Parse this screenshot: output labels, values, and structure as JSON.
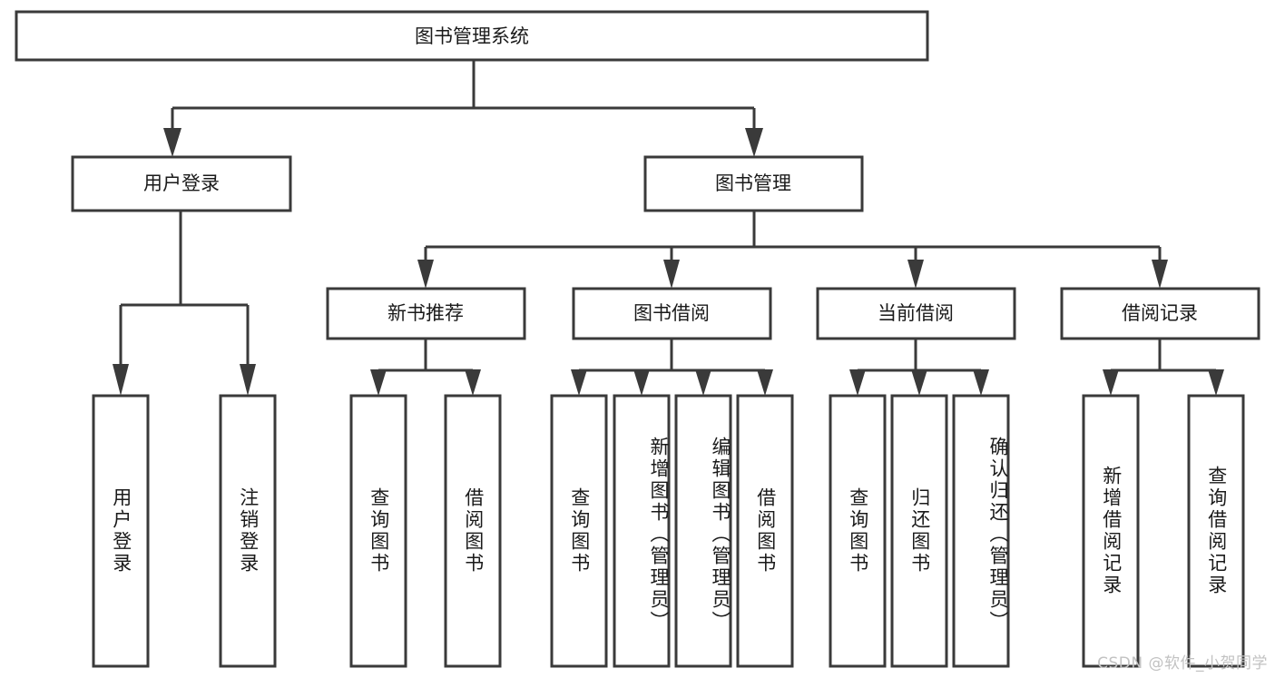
{
  "diagram": {
    "type": "tree-hierarchy-chart",
    "title": "图书管理系统",
    "root": {
      "id": "root",
      "label": "图书管理系统",
      "orientation": "horizontal"
    },
    "level2": [
      {
        "id": "user-login",
        "label": "用户登录",
        "orientation": "horizontal"
      },
      {
        "id": "book-manage",
        "label": "图书管理",
        "orientation": "horizontal"
      }
    ],
    "level3": [
      {
        "id": "new-book-recommend",
        "label": "新书推荐",
        "orientation": "horizontal"
      },
      {
        "id": "book-borrow",
        "label": "图书借阅",
        "orientation": "horizontal"
      },
      {
        "id": "current-borrow",
        "label": "当前借阅",
        "orientation": "horizontal"
      },
      {
        "id": "borrow-record",
        "label": "借阅记录",
        "orientation": "horizontal"
      }
    ],
    "leaves": [
      {
        "id": "leaf-user-login",
        "label": "用户登录",
        "parent": "user-login",
        "orientation": "vertical"
      },
      {
        "id": "leaf-logout-login",
        "label": "注销登录",
        "parent": "user-login",
        "orientation": "vertical"
      },
      {
        "id": "leaf-query-book-1",
        "label": "查询图书",
        "parent": "new-book-recommend",
        "orientation": "vertical"
      },
      {
        "id": "leaf-borrow-book-1",
        "label": "借阅图书",
        "parent": "new-book-recommend",
        "orientation": "vertical"
      },
      {
        "id": "leaf-query-book-2",
        "label": "查询图书",
        "parent": "book-borrow",
        "orientation": "vertical"
      },
      {
        "id": "leaf-add-book",
        "label": "新增图书（管理员）",
        "parent": "book-borrow",
        "orientation": "vertical"
      },
      {
        "id": "leaf-edit-book",
        "label": "编辑图书（管理员）",
        "parent": "book-borrow",
        "orientation": "vertical"
      },
      {
        "id": "leaf-borrow-book-2",
        "label": "借阅图书",
        "parent": "book-borrow",
        "orientation": "vertical"
      },
      {
        "id": "leaf-query-book-3",
        "label": "查询图书",
        "parent": "current-borrow",
        "orientation": "vertical"
      },
      {
        "id": "leaf-return-book",
        "label": "归还图书",
        "parent": "current-borrow",
        "orientation": "vertical"
      },
      {
        "id": "leaf-confirm-return",
        "label": "确认归还（管理员）",
        "parent": "current-borrow",
        "orientation": "vertical"
      },
      {
        "id": "leaf-add-record",
        "label": "新增借阅记录",
        "parent": "borrow-record",
        "orientation": "vertical"
      },
      {
        "id": "leaf-query-record",
        "label": "查询借阅记录",
        "parent": "borrow-record",
        "orientation": "vertical"
      }
    ],
    "colors": {
      "box_stroke": "#3a3a3a",
      "box_fill": "#ffffff",
      "connector": "#3a3a3a",
      "text": "#1a1a1a",
      "watermark": "#c2c2c2",
      "background": "#ffffff"
    }
  },
  "watermark": {
    "text": "CSDN @软件_小贺同学"
  }
}
